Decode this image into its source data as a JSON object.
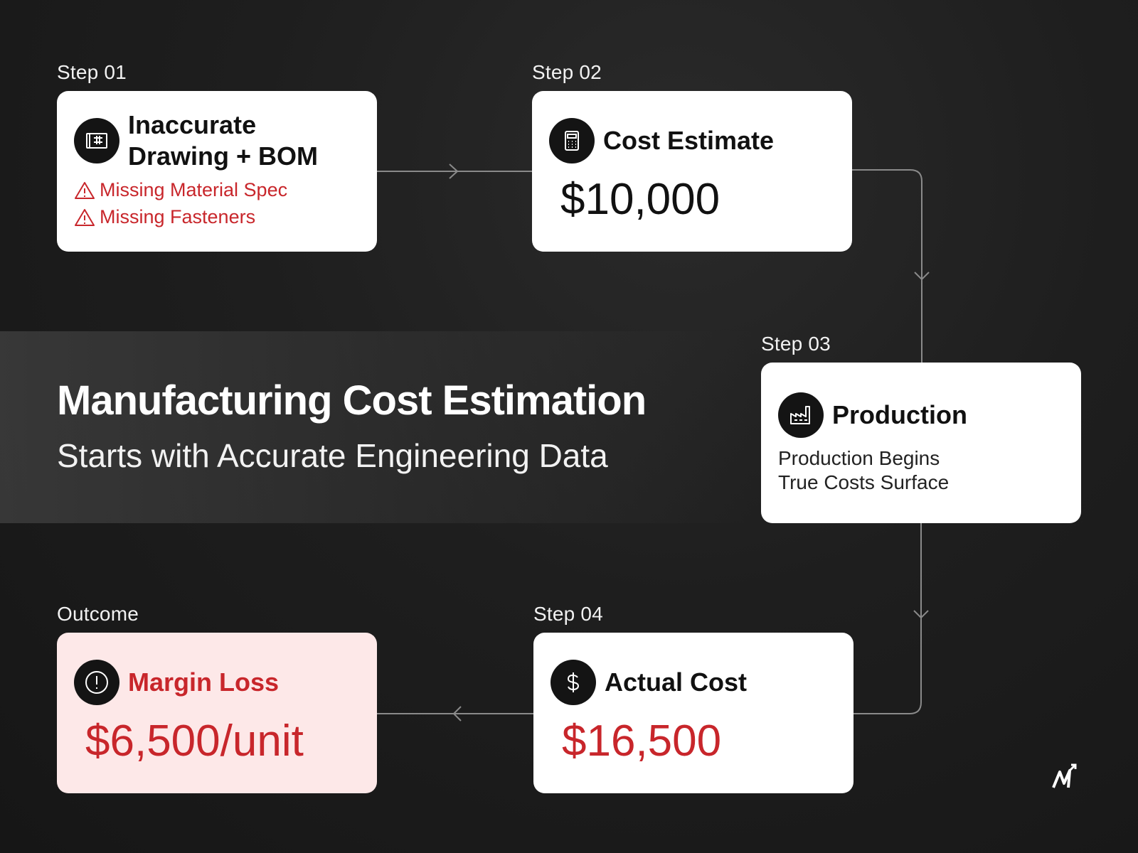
{
  "headline": {
    "title": "Manufacturing Cost Estimation",
    "subtitle": "Starts with Accurate Engineering Data"
  },
  "steps": {
    "step1": {
      "label": "Step 01",
      "title_line1": "Inaccurate",
      "title_line2": "Drawing + BOM",
      "icon": "blueprint-icon",
      "warnings": [
        "Missing Material Spec",
        "Missing Fasteners"
      ]
    },
    "step2": {
      "label": "Step 02",
      "title": "Cost Estimate",
      "icon": "calculator-icon",
      "value": "$10,000"
    },
    "step3": {
      "label": "Step 03",
      "title": "Production",
      "icon": "factory-icon",
      "lines": [
        "Production Begins",
        "True Costs Surface"
      ]
    },
    "step4": {
      "label": "Step 04",
      "title": "Actual Cost",
      "icon": "dollar-icon",
      "value": "$16,500"
    },
    "outcome": {
      "label": "Outcome",
      "title": "Margin Loss",
      "icon": "exclamation-icon",
      "value": "$6,500/unit"
    }
  },
  "colors": {
    "accent_red": "#c8262b",
    "outcome_bg": "#fde8e8",
    "card_bg": "#ffffff",
    "connector": "#8a8a8a"
  }
}
